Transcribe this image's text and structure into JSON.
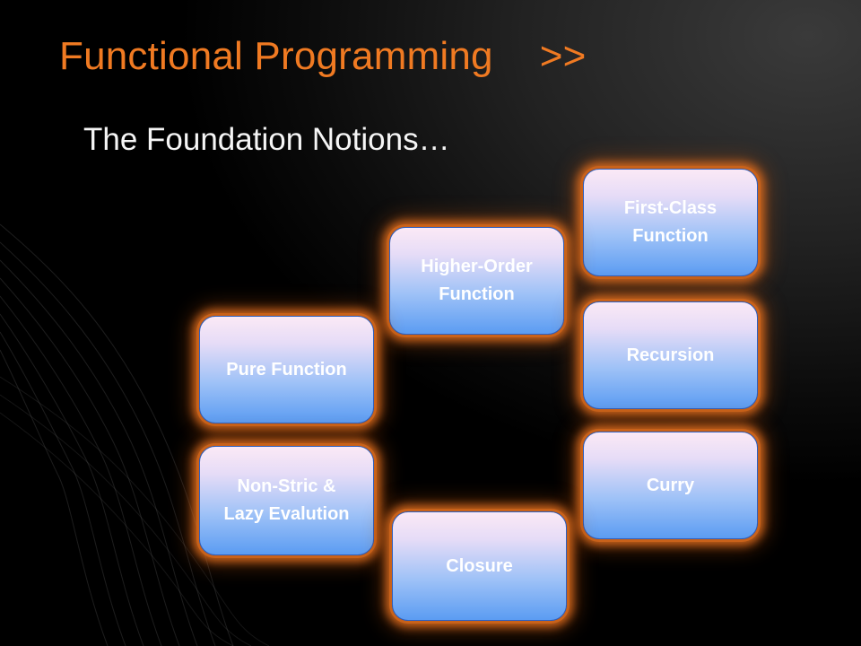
{
  "slide": {
    "title": "Functional Programming",
    "title_suffix": ">>",
    "subtitle": "The Foundation Notions…"
  },
  "colors": {
    "title": "#f07a22",
    "subtitle": "#f5f5f5",
    "node_glow": "#e06e1e",
    "node_fill_top": "#fbe9f6",
    "node_fill_bottom": "#5b9cf2"
  },
  "nodes": {
    "first_class": "First-Class\nFunction",
    "higher_order": "Higher-Order\nFunction",
    "recursion": "Recursion",
    "pure_function": "Pure Function",
    "curry": "Curry",
    "non_strict": "Non-Stric &\nLazy Evalution",
    "closure": "Closure"
  }
}
